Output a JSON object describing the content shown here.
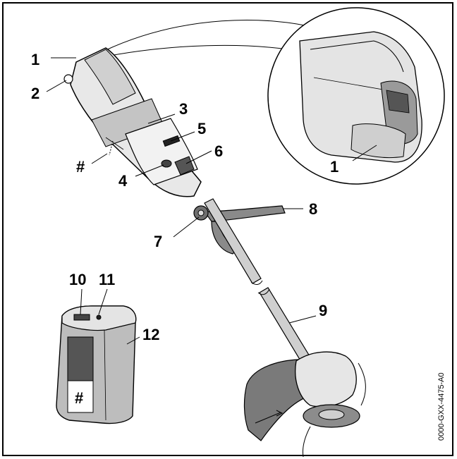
{
  "callouts": {
    "c1_top": "1",
    "c2": "2",
    "c3": "3",
    "c5": "5",
    "c6": "6",
    "c4": "4",
    "c_hash_handle": "#",
    "c8": "8",
    "c7": "7",
    "c10": "10",
    "c11": "11",
    "c12": "12",
    "c9": "9",
    "c_hash_battery": "#",
    "c1_detail": "1"
  },
  "image_code": "0000-GXX-4475-A0",
  "colors": {
    "line": "#000000",
    "housing_light": "#e6e6e6",
    "housing_mid": "#bdbdbd",
    "housing_dark": "#6f6f6f",
    "guard": "#7a7a7a"
  }
}
